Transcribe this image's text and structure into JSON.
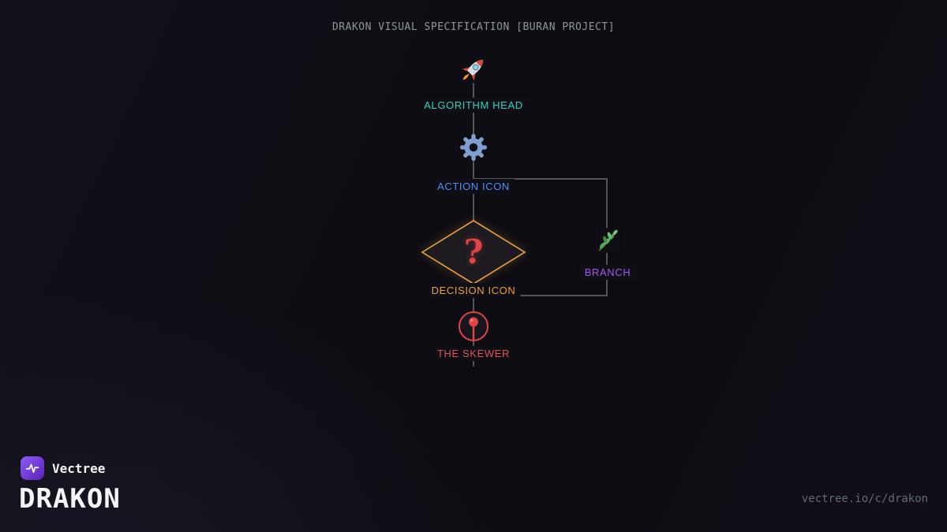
{
  "header": {
    "title": "DRAKON VISUAL SPECIFICATION [BURAN PROJECT]"
  },
  "diagram": {
    "line_color": "#55555c",
    "head": {
      "icon": "rocket-icon",
      "label": "ALGORITHM HEAD",
      "color": "#2dd4bf"
    },
    "action": {
      "icon": "gear-icon",
      "label": "ACTION ICON",
      "color": "#4f8ef7"
    },
    "decision": {
      "icon": "question-mark",
      "symbol": "?",
      "label": "DECISION ICON",
      "color": "#e8a33d",
      "border_color": "#e8a33d",
      "symbol_color": "#e04444"
    },
    "branch": {
      "icon": "herb-icon",
      "label": "BRANCH",
      "color": "#a855f7"
    },
    "skewer": {
      "icon": "skewer-icon",
      "label": "THE SKEWER",
      "color": "#e05252",
      "accent": "#e04444"
    }
  },
  "footer": {
    "logo": "pulse-icon",
    "brand": "Vectree",
    "wordmark": "DRAKON",
    "url": "vectree.io/c/drakon",
    "brand_gradient": [
      "#8b5cf6",
      "#5b21b6"
    ]
  }
}
